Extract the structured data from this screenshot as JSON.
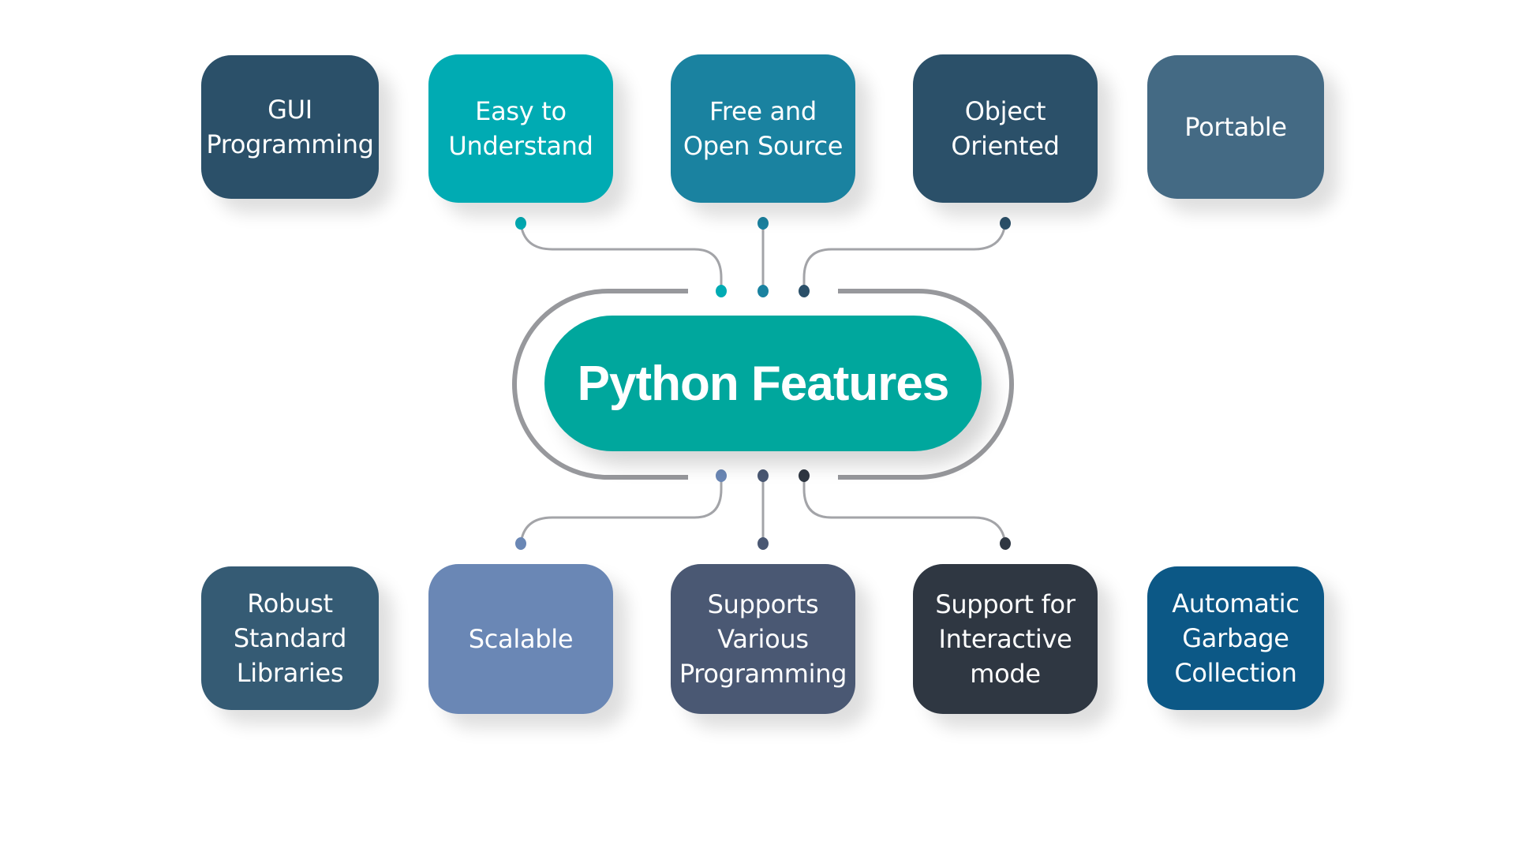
{
  "title": "Python Features",
  "colors": {
    "center": "#00A79D",
    "ring": "#97989C",
    "wire": "#A3A4A8"
  },
  "top_features": [
    {
      "label": "GUI\nProgramming",
      "color": "#2B5069"
    },
    {
      "label": "Easy to\nUnderstand",
      "color": "#00ABB3"
    },
    {
      "label": "Free and\nOpen Source",
      "color": "#1A82A0"
    },
    {
      "label": "Object\nOriented",
      "color": "#2B5069"
    },
    {
      "label": "Portable",
      "color": "#446A84"
    }
  ],
  "bottom_features": [
    {
      "label": "Robust\nStandard\nLibraries",
      "color": "#355B74"
    },
    {
      "label": "Scalable",
      "color": "#6A87B5"
    },
    {
      "label": "Supports\nVarious\nProgramming",
      "color": "#4A5873"
    },
    {
      "label": "Support for\nInteractive\nmode",
      "color": "#2F3742"
    },
    {
      "label": "Automatic\nGarbage\nCollection",
      "color": "#0C5886"
    }
  ],
  "connector_dots": {
    "top": [
      "#00ABB3",
      "#1A82A0",
      "#2B5069"
    ],
    "bottom": [
      "#6A87B5",
      "#4A5873",
      "#2F3742"
    ]
  }
}
